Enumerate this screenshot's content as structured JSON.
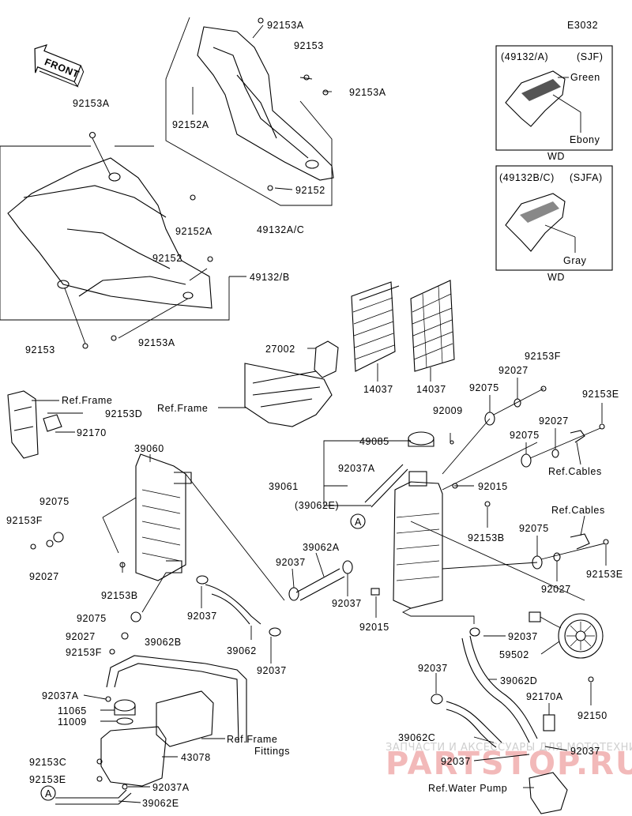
{
  "diagram_code": "E3032",
  "front_label": "FRONT",
  "labels": {
    "l1": "92153A",
    "l2": "92153",
    "l3": "92153A",
    "l4": "92152A",
    "l5": "92152",
    "l6": "49132A/C",
    "l7": "92153A",
    "l8": "92152A",
    "l9": "92152",
    "l10": "49132/B",
    "l11": "92153",
    "l12": "92153A",
    "l13": "27002",
    "l14": "Ref.Frame",
    "l15": "14037",
    "l16": "14037",
    "l17": "Ref.Frame",
    "l18": "92153D",
    "l19": "92170",
    "l20": "39060",
    "l21": "92075",
    "l22": "92153F",
    "l23": "92027",
    "l24": "92153B",
    "l25": "92075",
    "l26": "92027",
    "l27": "92153F",
    "l28": "92037",
    "l29": "39062",
    "l30": "92037",
    "l31": "39062B",
    "l32": "92037A",
    "l33": "11065",
    "l34": "11009",
    "l35": "Ref.Frame",
    "l36": "Fittings",
    "l37": "43078",
    "l38": "92153C",
    "l39": "92153E",
    "l40": "92037A",
    "l41": "39062E",
    "l42": "49085",
    "l43": "92037A",
    "l44": "39061",
    "l45": "(39062E)",
    "l46": "39062A",
    "l47": "92037",
    "l48": "92037",
    "l49": "92015",
    "l50": "92009",
    "l51": "92015",
    "l52": "92153B",
    "l53": "92075",
    "l54": "92027",
    "l55": "92153F",
    "l56": "92075",
    "l57": "92027",
    "l58": "92153E",
    "l59": "Ref.Cables",
    "l60": "Ref.Cables",
    "l61": "92075",
    "l62": "92027",
    "l63": "92153E",
    "l64": "92037",
    "l65": "59502",
    "l66": "92037",
    "l67": "39062D",
    "l68": "92170A",
    "l69": "92150",
    "l70": "39062C",
    "l71": "92037",
    "l72": "92037",
    "l73": "Ref.Water Pump"
  },
  "callouts": {
    "a1": "A",
    "a2": "A"
  },
  "variants": [
    {
      "code": "(49132/A)",
      "model": "(SJF)",
      "colors": [
        "Green",
        "Ebony"
      ],
      "note": "WD"
    },
    {
      "code": "(49132B/C)",
      "model": "(SJFA)",
      "colors": [
        "Gray"
      ],
      "note": "WD"
    }
  ],
  "watermark": {
    "line1": "ЗАПЧАСТИ И АКСЕССУАРЫ ДЛЯ МОТОТЕХНИКИ",
    "line2": "PARTSTOP.RU"
  }
}
